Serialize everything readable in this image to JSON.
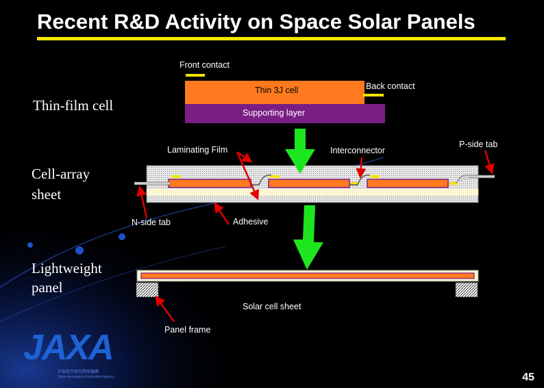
{
  "title": "Recent R&D Activity on Space Solar Panels",
  "sections": {
    "thin_film_cell": "Thin-film cell",
    "cell_array_sheet_line1": "Cell-array",
    "cell_array_sheet_line2": "sheet",
    "lightweight_panel_line1": "Lightweight",
    "lightweight_panel_line2": "panel"
  },
  "labels": {
    "front_contact": "Front contact",
    "thin_3j_cell": "Thin 3J cell",
    "back_contact": "Back contact",
    "supporting_layer": "Supporting layer",
    "laminating_film": "Laminating Film",
    "interconnector": "Interconnector",
    "p_side_tab": "P-side tab",
    "n_side_tab": "N-side tab",
    "adhesive": "Adhesive",
    "solar_cell_sheet": "Solar cell sheet",
    "panel_frame": "Panel frame"
  },
  "logo": {
    "name": "JAXA",
    "subtitle_jp": "宇宙航空研究開発機構",
    "subtitle_en": "Japan Aerospace Exploration Agency"
  },
  "page_number": "45",
  "colors": {
    "title_rule": "#f2e400",
    "cell_orange": "#ff7a1e",
    "supporting_purple": "#7a1e86",
    "contact_yellow": "#f2e400",
    "arrow_green": "#1ee61e",
    "pointer_red": "#e00000",
    "sheet_cream": "#fcf7d2",
    "jaxa_blue": "#1e63d6"
  }
}
